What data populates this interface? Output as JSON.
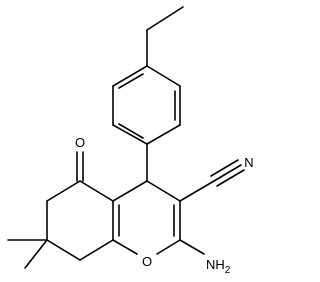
{
  "molecule": {
    "atoms": {
      "oxygen_ketone": "O",
      "nitrogen_nitrile": "N",
      "oxygen_ring": "O",
      "amine": "NH",
      "amine_subscript": "2"
    },
    "colors": {
      "bond": "#000000",
      "label": "#000000",
      "background": "#ffffff"
    }
  }
}
